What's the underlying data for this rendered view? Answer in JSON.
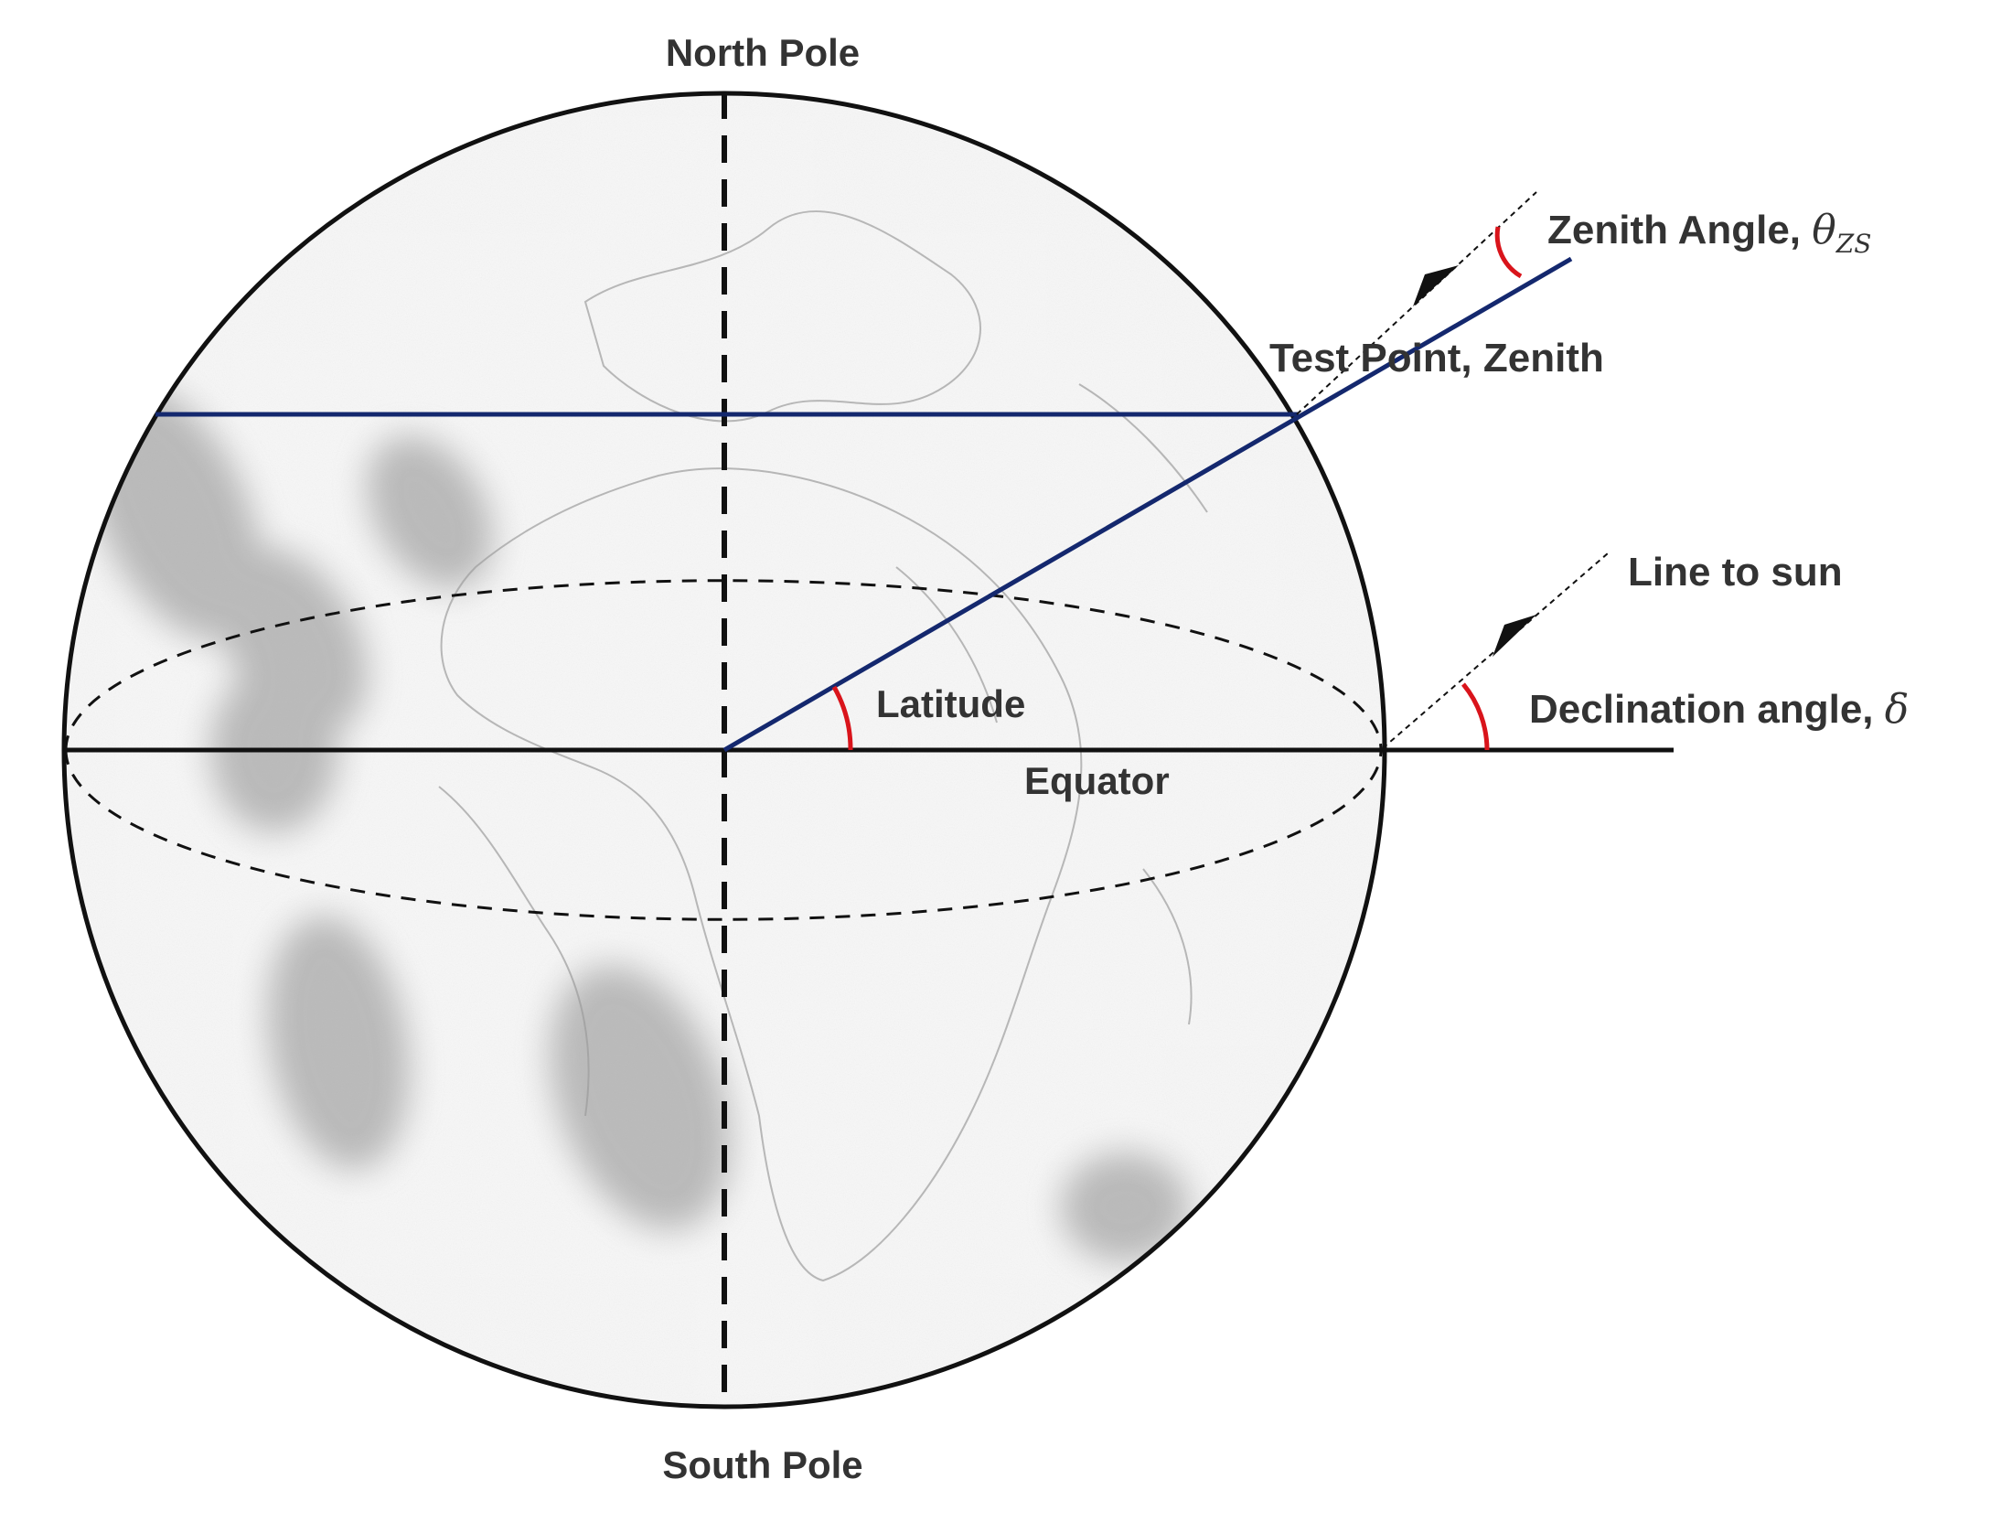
{
  "labels": {
    "north_pole": "North Pole",
    "south_pole": "South Pole",
    "equator": "Equator",
    "latitude": "Latitude",
    "test_point": "Test Point, Zenith",
    "zenith_angle": "Zenith Angle, ",
    "zenith_symbol": "θ",
    "zenith_subscript": "ZS",
    "line_to_sun": "Line to sun",
    "declination": "Declination angle, ",
    "declination_symbol": "δ"
  },
  "colors": {
    "outline": "#111111",
    "latitude_line": "#14286e",
    "angle_arc": "#d9141b",
    "terrain": "#8a8a8a",
    "text": "#333333"
  }
}
